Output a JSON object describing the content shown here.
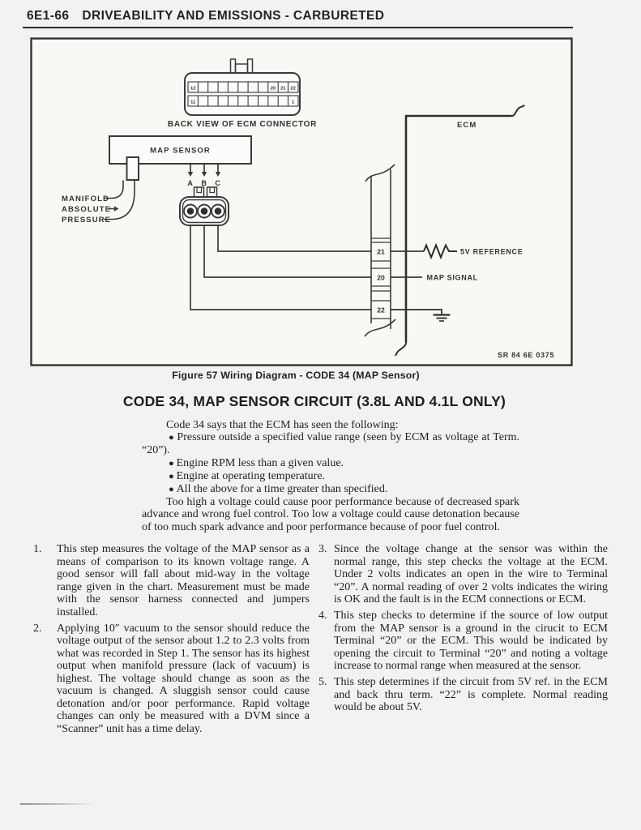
{
  "colors": {
    "paper": "#f2f3f0",
    "ink": "#2c2c2c"
  },
  "header": {
    "page_code": "6E1-66",
    "title": "DRIVEABILITY AND EMISSIONS - CARBURETED"
  },
  "figure": {
    "caption": "Figure 57 Wiring Diagram - CODE 34 (MAP Sensor)",
    "ref_code": "SR 84 6E 0375",
    "labels": {
      "connector_caption": "BACK VIEW OF ECM CONNECTOR",
      "map_sensor": "MAP SENSOR",
      "manifold": "MANIFOLD",
      "absolute": "ABSOLUTE",
      "pressure": "PRESSURE",
      "ecm": "ECM",
      "five_v_reference": "5V REFERENCE",
      "map_signal": "MAP SIGNAL"
    },
    "pins": [
      "A",
      "B",
      "C"
    ],
    "terminals": [
      "21",
      "20",
      "22"
    ],
    "connector_cells": {
      "top_first": "12",
      "top_last": [
        "20",
        "21",
        "22"
      ],
      "bottom_first": "11",
      "bottom_last": "1"
    }
  },
  "section": {
    "title": "CODE 34, MAP SENSOR CIRCUIT (3.8L AND 4.1L ONLY)",
    "intro_lead": "Code 34 says that the ECM has seen the following:",
    "bullets": [
      "Pressure outside a specified value range (seen by ECM as voltage at Term. “20”).",
      "Engine RPM less than a given value.",
      "Engine at operating temperature.",
      "All the above for a time greater than specified."
    ],
    "intro_tail": "Too high a voltage could cause poor performance because of decreased spark advance and wrong fuel control. Too low a voltage could cause detonation because of too much spark advance and poor performance because of poor fuel control."
  },
  "steps": {
    "left": [
      {
        "num": "1.",
        "text": "This step measures the voltage of the MAP sensor as a means of comparison to its known voltage range. A good sensor will fall about mid-way in the voltage range given in the chart. Measurement must be made with the sensor harness connected and jumpers installed."
      },
      {
        "num": "2.",
        "text": "Applying 10″ vacuum to the sensor should reduce the voltage output of the sensor about 1.2 to 2.3 volts from what was recorded in Step 1. The sensor has its highest output when manifold pressure (lack of vacuum) is highest. The voltage should change as soon as the vacuum is changed. A sluggish sensor could cause detonation and/or poor performance. Rapid voltage changes can only be measured with a DVM since a “Scanner” unit has a time delay."
      }
    ],
    "right": [
      {
        "num": "3.",
        "text": "Since the voltage change at the sensor was within the normal range, this step checks the voltage at the ECM. Under 2 volts indicates an open in the wire to Terminal “20”. A normal reading of over 2 volts indicates the wiring is OK and the fault is in the ECM connections or ECM."
      },
      {
        "num": "4.",
        "text": "This step checks to determine if the source of low output from the MAP sensor is a ground in the cirucit to ECM Terminal “20” or the ECM. This would be indicated by opening the circuit to Terminal “20” and noting a voltage increase to normal range when measured at the sensor."
      },
      {
        "num": "5.",
        "text": "This step determines if the circuit from 5V ref. in the ECM and back thru term. “22” is complete. Normal reading would be about 5V."
      }
    ]
  }
}
